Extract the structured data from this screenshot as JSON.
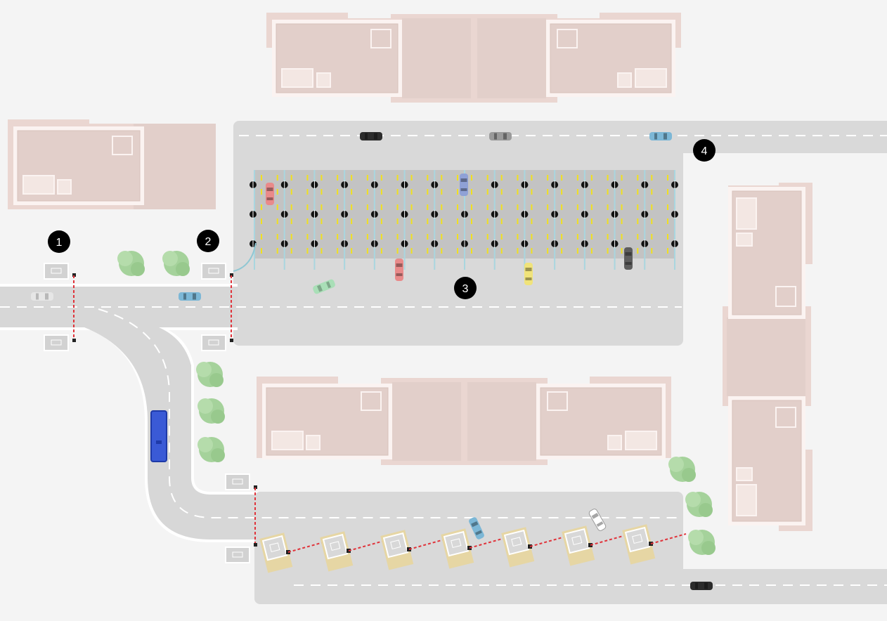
{
  "title": "",
  "colors": {
    "background": "#f4f4f4",
    "road": "#d7d7d7",
    "road_edge": "#ffffff",
    "parking_lot": "#d9d9d9",
    "parking_bay": "#c3c3c3",
    "lane_marking": "#ffffff",
    "bay_line": "#f0e020",
    "bay_divider": "#a9d6df",
    "building_outer": "#ead6d1",
    "building_inner": "#e2cfca",
    "building_trim": "#fbf3f1",
    "tree": "#a5d29b",
    "barrier": "#e0333a",
    "booth": "#e6d6a4",
    "marker": "#000000",
    "marker_text": "#ffffff"
  },
  "markers": [
    {
      "label": "1"
    },
    {
      "label": "2"
    },
    {
      "label": "3"
    },
    {
      "label": "4"
    }
  ],
  "vehicles": [
    {
      "kind": "car",
      "color": "#2c2c2c"
    },
    {
      "kind": "car",
      "color": "#9a9a9a"
    },
    {
      "kind": "car",
      "color": "#7cb7d6"
    },
    {
      "kind": "car",
      "color": "#e98a8a"
    },
    {
      "kind": "car",
      "color": "#8fa1d6"
    },
    {
      "kind": "car",
      "color": "#e98a8a"
    },
    {
      "kind": "car",
      "color": "#f0e37a"
    },
    {
      "kind": "car",
      "color": "#5d5d5d"
    },
    {
      "kind": "car",
      "color": "#a9dfb7"
    },
    {
      "kind": "car",
      "color": "#e6e6e6"
    },
    {
      "kind": "car",
      "color": "#7cb7d6"
    },
    {
      "kind": "car",
      "color": "#7cb7d6"
    },
    {
      "kind": "car",
      "color": "#ffffff"
    },
    {
      "kind": "car",
      "color": "#2c2c2c"
    },
    {
      "kind": "bus",
      "color": "#3a5ad6"
    }
  ],
  "toll_booths": 7,
  "parking": {
    "rows": 3,
    "columns": 14
  }
}
